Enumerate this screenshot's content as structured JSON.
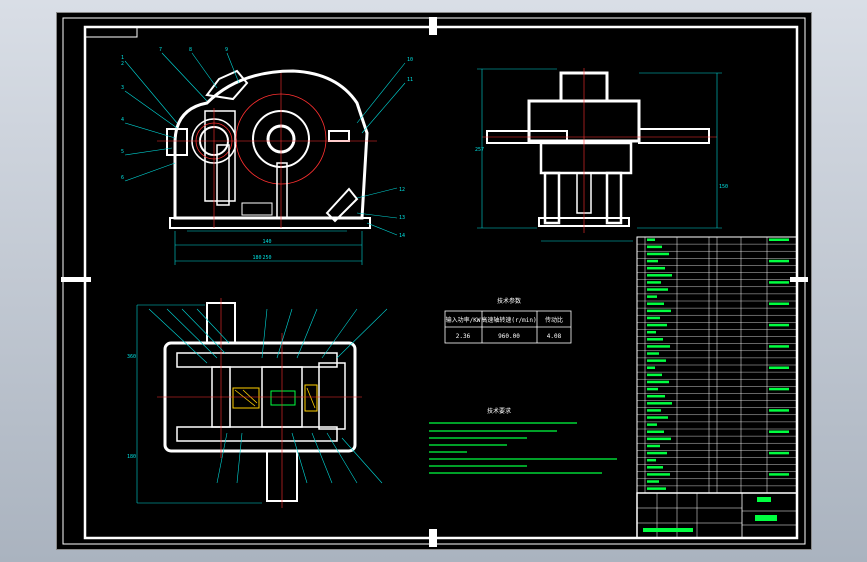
{
  "drawing": {
    "params_title": "技术参数",
    "params_headers": [
      "输入功率/KW",
      "高速轴转速(r/min)",
      "传动比"
    ],
    "params_values": [
      "2.36",
      "960.00",
      "4.08"
    ],
    "tech_title": "技术要求",
    "dims": {
      "front_total": "250",
      "front_inner": "180",
      "front_base": "140",
      "side_height": "257",
      "plan_height": "360"
    },
    "colors": {
      "background": "#000000",
      "outline": "#ffffff",
      "dimension": "#00d8d8",
      "centerline": "#ff3030",
      "gear": "#ffd000",
      "table_text": "#00ff40"
    }
  }
}
